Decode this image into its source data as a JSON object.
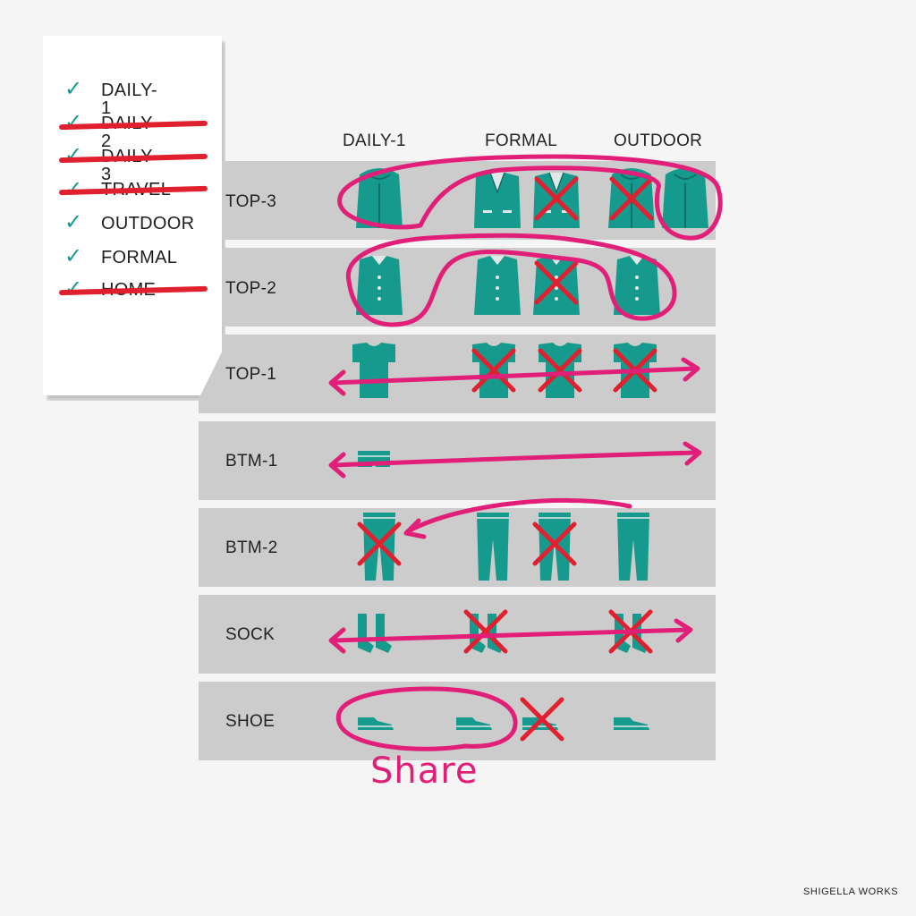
{
  "checklist": {
    "items": [
      {
        "label": "DAILY-1",
        "struck": false
      },
      {
        "label": "DAILY-2",
        "struck": true
      },
      {
        "label": "DAILY-3",
        "struck": true
      },
      {
        "label": "TRAVEL",
        "struck": true
      },
      {
        "label": "OUTDOOR",
        "struck": false
      },
      {
        "label": "FORMAL",
        "struck": false
      },
      {
        "label": "HOME",
        "struck": true
      }
    ],
    "check_glyph": "✓"
  },
  "columns": [
    "DAILY-1",
    "FORMAL",
    "OUTDOOR"
  ],
  "rows": [
    {
      "label": "TOP-3",
      "icon": "jacket-icon"
    },
    {
      "label": "TOP-2",
      "icon": "shirt-icon"
    },
    {
      "label": "TOP-1",
      "icon": "tshirt-icon"
    },
    {
      "label": "BTM-1",
      "icon": "shorts-icon"
    },
    {
      "label": "BTM-2",
      "icon": "pants-icon"
    },
    {
      "label": "SOCK",
      "icon": "sock-icon"
    },
    {
      "label": "SHOE",
      "icon": "shoe-icon"
    }
  ],
  "annotation": {
    "share_text": "Share"
  },
  "footer": {
    "credit": "SHIGELLA WORKS"
  },
  "colors": {
    "teal": "#179a8e",
    "band": "#cbcccb",
    "marker_pink": "#e11f78",
    "cross_red": "#e0202e"
  }
}
